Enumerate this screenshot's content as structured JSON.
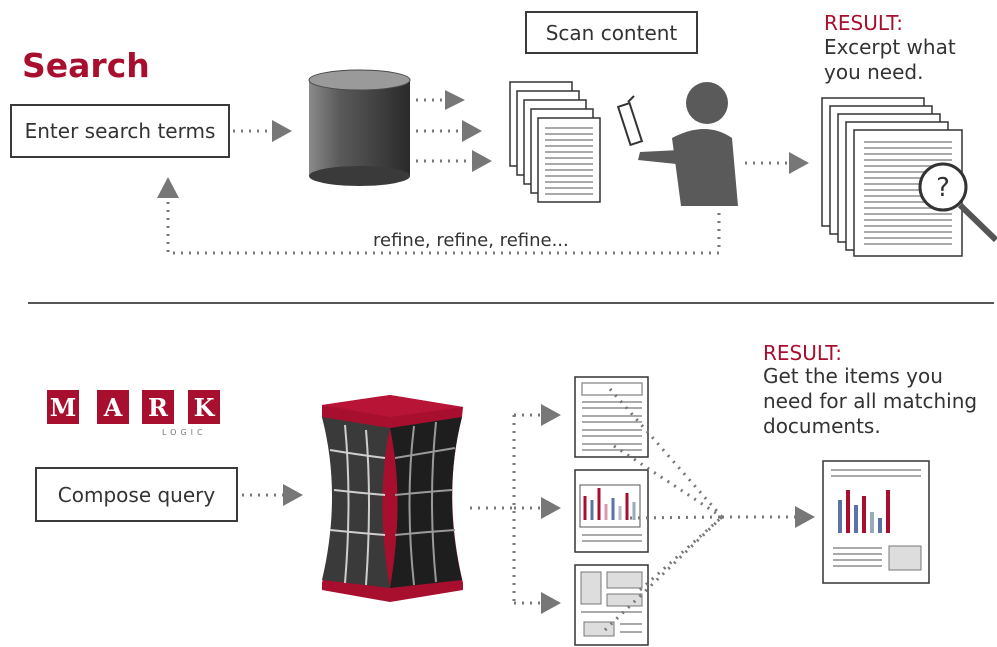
{
  "search": {
    "title": "Search",
    "input_box": "Enter search terms",
    "scan_box": "Scan content",
    "refine_label": "refine, refine, refine...",
    "result_heading": "RESULT:",
    "result_text": "Excerpt what you need.",
    "magnifier_glyph": "?"
  },
  "marklogic": {
    "logo_letters": [
      "M",
      "A",
      "R",
      "K"
    ],
    "logo_subtext": "LOGIC",
    "query_box": "Compose query",
    "result_heading": "RESULT:",
    "result_text": "Get the items you need for all matching documents."
  },
  "colors": {
    "brand_red": "#a80f2e",
    "dark_gray": "#5a5a5a",
    "arrow_gray": "#777777"
  }
}
